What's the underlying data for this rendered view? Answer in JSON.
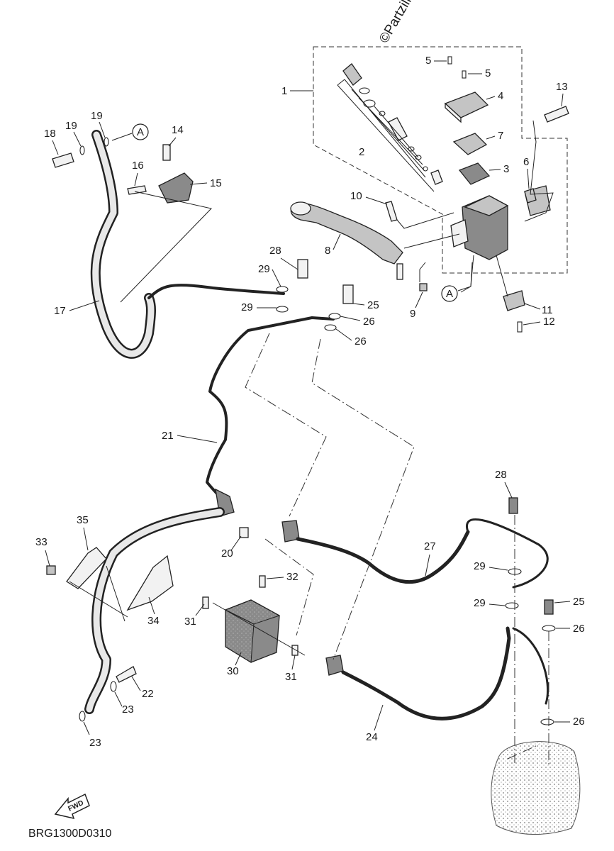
{
  "watermark": "©Partzilla.com",
  "diagram_code": "BRG1300D0310",
  "fwd_label": "FWD",
  "reference_mark": "A",
  "callouts": [
    "1",
    "2",
    "3",
    "4",
    "5",
    "5",
    "6",
    "7",
    "8",
    "9",
    "10",
    "11",
    "12",
    "13",
    "14",
    "15",
    "16",
    "17",
    "18",
    "19",
    "19",
    "20",
    "21",
    "22",
    "23",
    "23",
    "24",
    "25",
    "25",
    "26",
    "26",
    "26",
    "26",
    "27",
    "28",
    "28",
    "29",
    "29",
    "29",
    "29",
    "30",
    "31",
    "31",
    "32",
    "33",
    "34",
    "35"
  ]
}
